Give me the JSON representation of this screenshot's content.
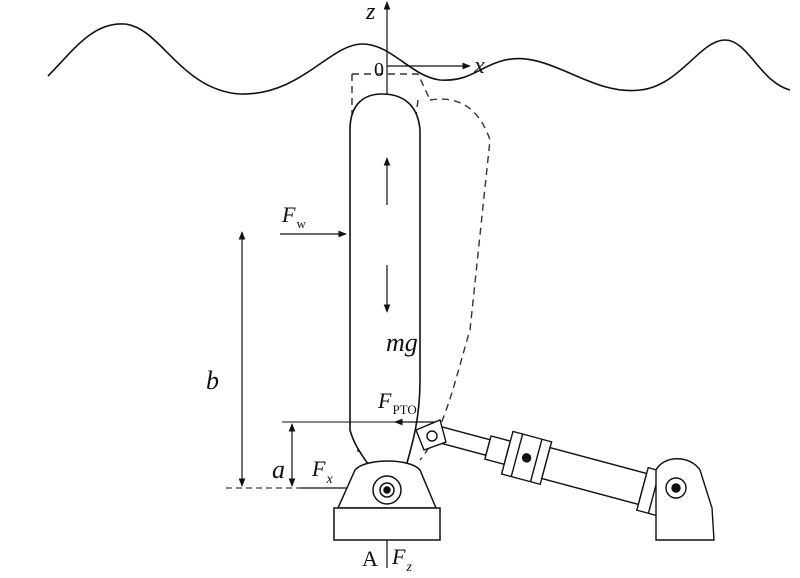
{
  "labels": {
    "z_axis": "z",
    "x_axis": "x",
    "origin": "0",
    "wave_force": "F",
    "wave_force_sub": "w",
    "gravity": "mg",
    "length_b": "b",
    "pto_force": "F",
    "pto_force_sub": "PTO",
    "length_a": "a",
    "hinge_force_x": "F",
    "hinge_force_x_sub": "x",
    "hinge_point": "A",
    "hinge_force_z": "F",
    "hinge_force_z_sub": "z"
  },
  "colors": {
    "line": "#111111",
    "dashed": "#333333"
  }
}
